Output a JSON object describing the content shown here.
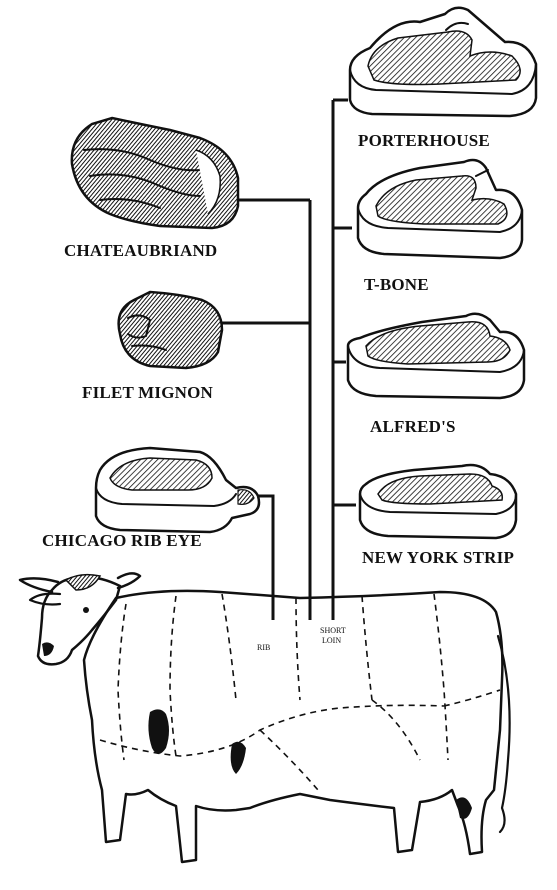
{
  "steak_labels": {
    "porterhouse": "PORTERHOUSE",
    "tbone": "T-BONE",
    "chateaubriand": "CHATEAUBRIAND",
    "filet_mignon": "FILET MIGNON",
    "alfreds": "ALFRED'S",
    "chicago_rib_eye": "CHICAGO RIB EYE",
    "new_york_strip": "NEW YORK STRIP"
  },
  "cut_labels": {
    "rib": "RIB",
    "short_loin_line1": "SHORT",
    "short_loin_line2": "LOIN"
  },
  "colors": {
    "ink": "#111111",
    "background": "#ffffff"
  }
}
